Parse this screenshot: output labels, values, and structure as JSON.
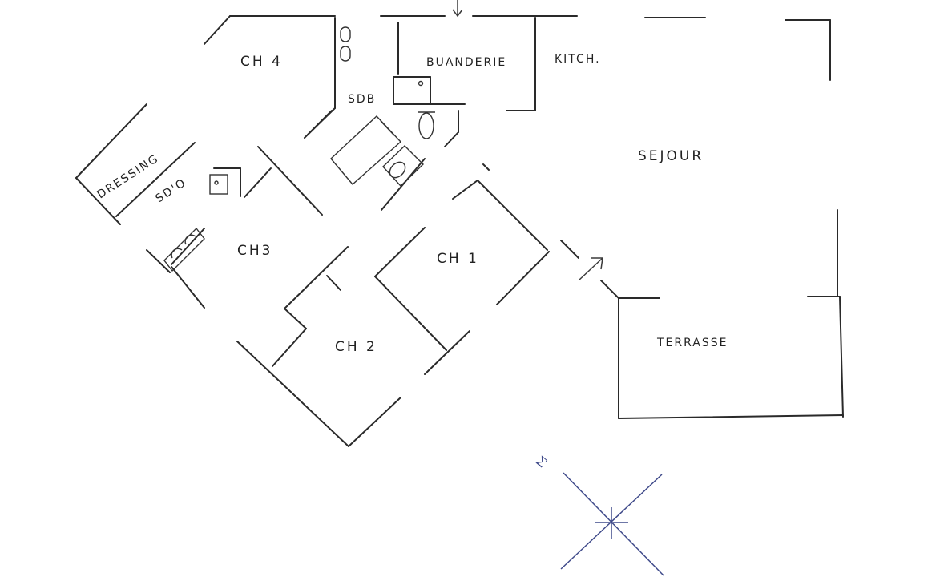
{
  "rooms": {
    "ch4": "CH 4",
    "buanderie": "BUANDERIE",
    "kitch": "KITCH.",
    "sdb": "SDB",
    "sejour": "SEJOUR",
    "dressing": "DRESSING",
    "sdo": "SD'O",
    "ch3": "CH3",
    "ch1": "CH 1",
    "ch2": "CH 2",
    "terrasse": "TERRASSE"
  },
  "compass": {
    "label": "Σ"
  }
}
